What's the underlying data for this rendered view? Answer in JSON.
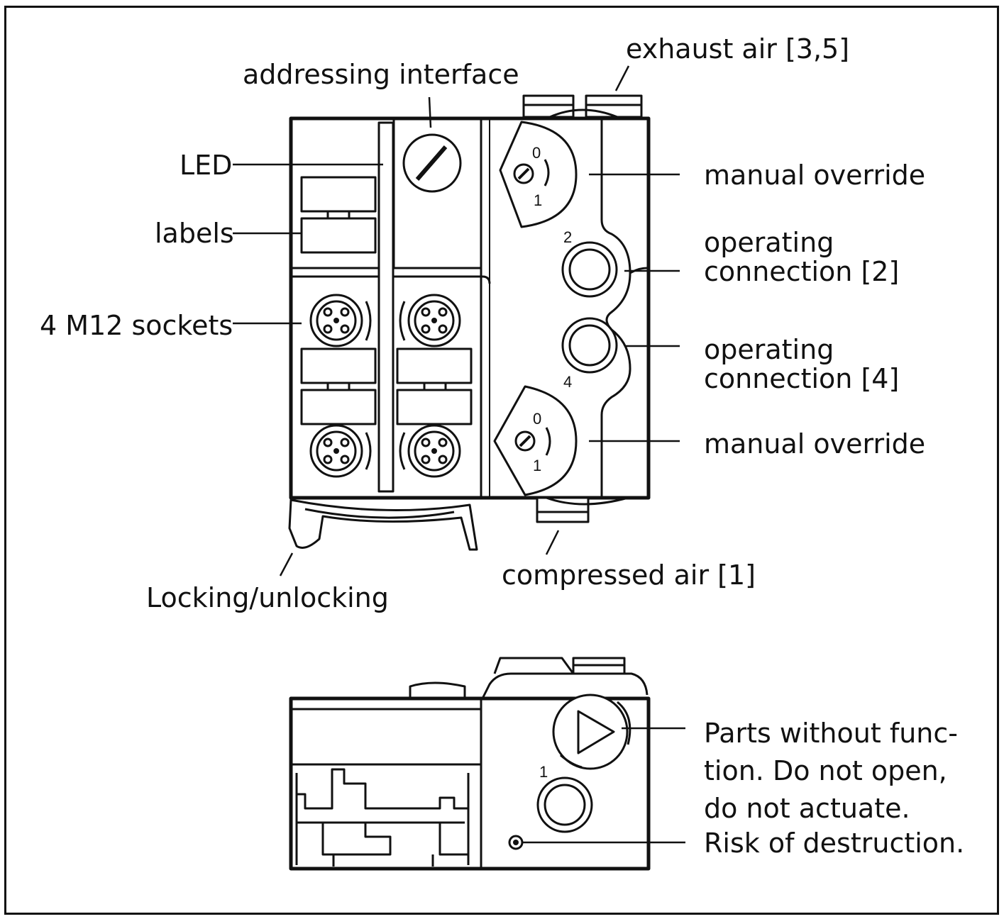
{
  "labels": {
    "exhaust_air": "exhaust air [3,5]",
    "addressing_interface": "addressing interface",
    "led": "LED",
    "labels": "labels",
    "m12_sockets": "4 M12 sockets",
    "manual_override_top": "manual override",
    "operating_connection_2": "operating connection [2]",
    "operating_connection_4": "operating connection [4]",
    "manual_override_bottom": "manual override",
    "locking_unlocking": "Locking/unlocking",
    "compressed_air": "compressed air [1]",
    "parts_without_function": "Parts without func-tion. Do not open, do not actuate.",
    "risk_of_destruction": "Risk of destruction."
  },
  "device_markings": {
    "override_top_0": "0",
    "override_top_1": "1",
    "port_2": "2",
    "port_4": "4",
    "override_bottom_0": "0",
    "override_bottom_1": "1",
    "port_1": "1"
  },
  "colors": {
    "line": "#111111",
    "background": "#ffffff",
    "fill_light": "#f4f4f4"
  }
}
